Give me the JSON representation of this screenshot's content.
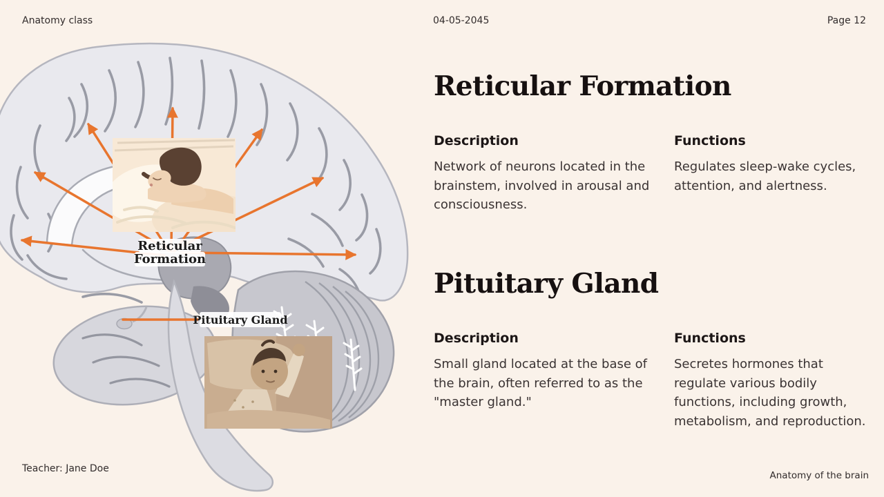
{
  "slide": {
    "background_color": "#FAF2EA",
    "accent_color": "#E8752E"
  },
  "header": {
    "course": "Anatomy class",
    "date": "04-05-2045",
    "page_number": "Page 12"
  },
  "footer": {
    "teacher": "Teacher: Jane Doe",
    "topic": "Anatomy of the brain"
  },
  "sections": [
    {
      "title": "Reticular Formation",
      "columns": [
        {
          "heading": "Description",
          "body": "Network of neurons located in the brainstem, involved in arousal and consciousness."
        },
        {
          "heading": "Functions",
          "body": "Regulates sleep-wake cycles, attention, and alertness."
        }
      ]
    },
    {
      "title": "Pituitary Gland",
      "columns": [
        {
          "heading": "Description",
          "body": "Small gland located at the base of the brain, often referred to as the \"master gland.\""
        },
        {
          "heading": "Functions",
          "body": "Secretes hormones that regulate various bodily functions, including growth, metabolism, and reproduction."
        }
      ]
    }
  ],
  "diagram": {
    "reticular_label_line1": "Reticular",
    "reticular_label_line2": "Formation",
    "pituitary_label": "Pituitary Gland",
    "arrow_color": "#E8752E",
    "label_text_color": "#1b1b1b"
  }
}
